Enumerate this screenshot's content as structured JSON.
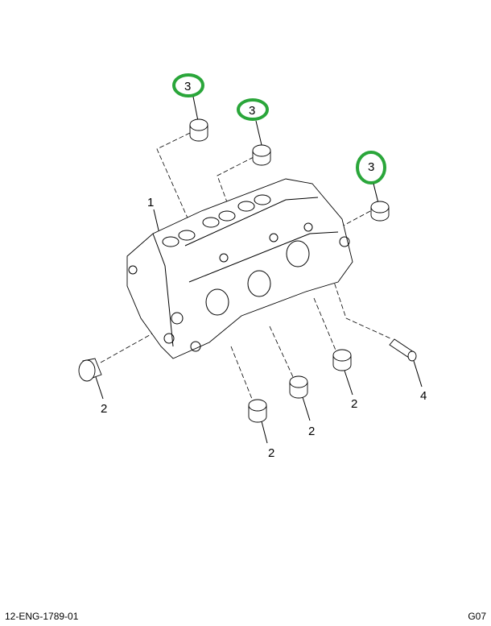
{
  "diagram": {
    "title": "Cylinder head with cup plugs exploded view",
    "callouts": [
      {
        "id": "c1",
        "label": "1",
        "part": "cylinder-head",
        "highlighted": false
      },
      {
        "id": "c2a",
        "label": "2",
        "part": "cup-plug",
        "highlighted": false
      },
      {
        "id": "c2b",
        "label": "2",
        "part": "cup-plug",
        "highlighted": false
      },
      {
        "id": "c2c",
        "label": "2",
        "part": "cup-plug",
        "highlighted": false
      },
      {
        "id": "c2d",
        "label": "2",
        "part": "cup-plug",
        "highlighted": false
      },
      {
        "id": "c3a",
        "label": "3",
        "part": "cup-plug",
        "highlighted": true
      },
      {
        "id": "c3b",
        "label": "3",
        "part": "cup-plug",
        "highlighted": true
      },
      {
        "id": "c3c",
        "label": "3",
        "part": "cup-plug",
        "highlighted": true
      },
      {
        "id": "c4",
        "label": "4",
        "part": "dowel-sleeve",
        "highlighted": false
      }
    ],
    "highlight_color": "#2aa63a"
  },
  "footer": {
    "drawing_number": "12-ENG-1789-01",
    "group_code": "G07"
  }
}
